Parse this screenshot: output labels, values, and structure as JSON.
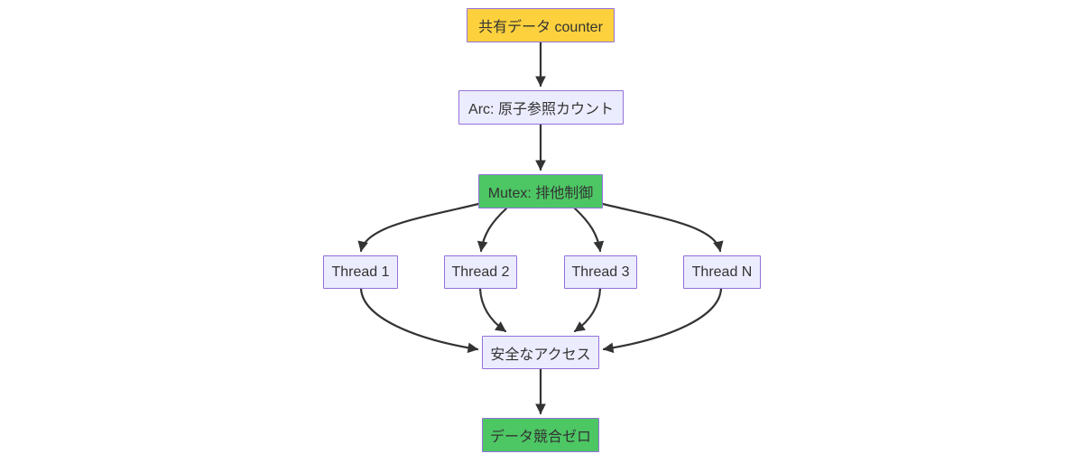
{
  "diagram": {
    "title": "Arc/Mutex shared state flowchart",
    "background": "#ffffff",
    "nodes": [
      {
        "id": "shared-counter",
        "label": "共有データ counter",
        "style": "yellow"
      },
      {
        "id": "arc",
        "label": "Arc: 原子参照カウント",
        "style": "lavender"
      },
      {
        "id": "mutex",
        "label": "Mutex: 排他制御",
        "style": "green"
      },
      {
        "id": "thread-1",
        "label": "Thread 1",
        "style": "lavender"
      },
      {
        "id": "thread-2",
        "label": "Thread 2",
        "style": "lavender"
      },
      {
        "id": "thread-3",
        "label": "Thread 3",
        "style": "lavender"
      },
      {
        "id": "thread-n",
        "label": "Thread N",
        "style": "lavender"
      },
      {
        "id": "safe-access",
        "label": "安全なアクセス",
        "style": "lavender"
      },
      {
        "id": "zero-race",
        "label": "データ競合ゼロ",
        "style": "green"
      }
    ],
    "edges": [
      {
        "from": "shared-counter",
        "to": "arc"
      },
      {
        "from": "arc",
        "to": "mutex"
      },
      {
        "from": "mutex",
        "to": "thread-1"
      },
      {
        "from": "mutex",
        "to": "thread-2"
      },
      {
        "from": "mutex",
        "to": "thread-3"
      },
      {
        "from": "mutex",
        "to": "thread-n"
      },
      {
        "from": "thread-1",
        "to": "safe-access"
      },
      {
        "from": "thread-2",
        "to": "safe-access"
      },
      {
        "from": "thread-3",
        "to": "safe-access"
      },
      {
        "from": "thread-n",
        "to": "safe-access"
      },
      {
        "from": "safe-access",
        "to": "zero-race"
      }
    ],
    "colors": {
      "yellow_fill": "#fcd13d",
      "green_fill": "#4dc764",
      "lavender_fill": "#ececff",
      "node_border": "#9370db",
      "edge_stroke": "#333333",
      "text": "#333333"
    }
  }
}
